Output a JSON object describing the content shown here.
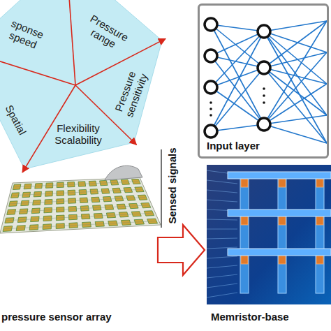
{
  "diagram": {
    "nodes": [
      {
        "text": [
          "sponse speed",
          "Pressure range",
          "Pressure sensitivity",
          "Flexibility Scalability",
          "Spatial"
        ]
      },
      {
        "text": [
          "Input layer"
        ]
      }
    ],
    "labels": [
      "Sensed signals",
      "pressure sensor array",
      "Memristor-base"
    ]
  }
}
